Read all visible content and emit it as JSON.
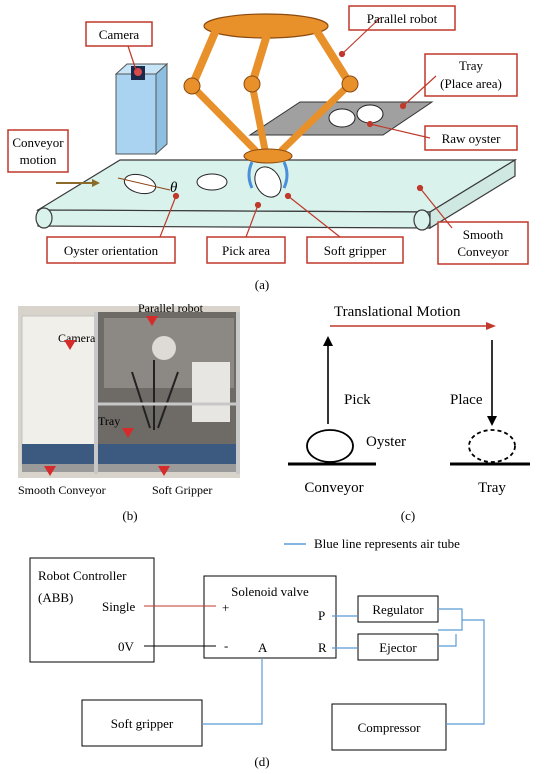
{
  "panel_a": {
    "camera": "Camera",
    "parallel_robot": "Parallel robot",
    "tray_line1": "Tray",
    "tray_line2": "(Place area)",
    "raw_oyster": "Raw oyster",
    "conveyor_motion_line1": "Conveyor",
    "conveyor_motion_line2": "motion",
    "theta": "θ",
    "oyster_orientation": "Oyster orientation",
    "pick_area": "Pick area",
    "soft_gripper": "Soft gripper",
    "smooth_conveyor_line1": "Smooth",
    "smooth_conveyor_line2": "Conveyor",
    "caption": "(a)"
  },
  "panel_b": {
    "camera": "Camera",
    "parallel_robot": "Parallel robot",
    "tray": "Tray",
    "smooth_conveyor": "Smooth Conveyor",
    "soft_gripper": "Soft Gripper",
    "caption": "(b)"
  },
  "panel_c": {
    "translational_motion": "Translational Motion",
    "pick": "Pick",
    "place": "Place",
    "oyster": "Oyster",
    "conveyor": "Conveyor",
    "tray": "Tray",
    "caption": "(c)"
  },
  "panel_d": {
    "legend": "Blue line represents air tube",
    "robot_controller_line1": "Robot Controller",
    "robot_controller_line2": "(ABB)",
    "single": "Single",
    "zero_v": "0V",
    "solenoid_valve": "Solenoid valve",
    "plus": "+",
    "minus": "-",
    "port_p": "P",
    "port_r": "R",
    "port_a": "A",
    "regulator": "Regulator",
    "ejector": "Ejector",
    "soft_gripper": "Soft gripper",
    "compressor": "Compressor",
    "caption": "(d)"
  },
  "colors": {
    "label_border": "#c0392b",
    "robot_orange": "#e8902a",
    "conveyor_green": "#d9f2ec",
    "air_tube_blue": "#5b9bd5",
    "camera_blue": "#a9d3f0"
  }
}
